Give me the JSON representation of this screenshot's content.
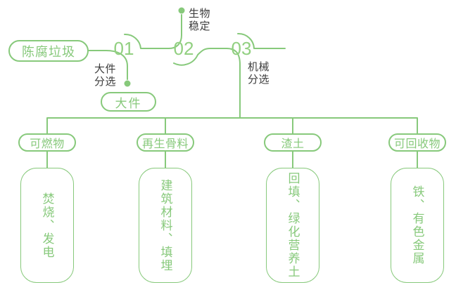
{
  "colors": {
    "line_green": "#87c97b",
    "number_green": "#92d081",
    "dark_text": "#3c3c3c",
    "background": "#ffffff"
  },
  "diagram": {
    "source_label": "陈腐垃圾",
    "steps": [
      {
        "number": "01",
        "side_label": "大件\n分选",
        "output_label": "大件"
      },
      {
        "number": "02",
        "side_label": "生物\n稳定"
      },
      {
        "number": "03",
        "side_label": "机械\n分选"
      }
    ],
    "columns": [
      {
        "category": "可燃物",
        "result": "焚烧、发电"
      },
      {
        "category": "再生骨料",
        "result": "建筑材料、填埋"
      },
      {
        "category": "渣土",
        "result": "回填、绿化营养土"
      },
      {
        "category": "可回收物",
        "result": "铁、有色金属"
      }
    ]
  }
}
